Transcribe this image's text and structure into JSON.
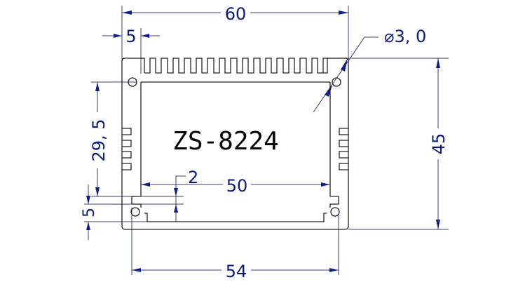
{
  "drawing": {
    "model_label": "ZS-8224",
    "colors": {
      "dimension": "#0a1a7a",
      "outline": "#222222",
      "background": "#ffffff"
    },
    "dimensions": {
      "overall_width": "60",
      "fin_offset": "5",
      "hole_diameter": "⌀3, 0",
      "overall_height": "45",
      "side_fin_height": "29, 5",
      "wall_thickness": "2",
      "inner_width": "50",
      "slot_height": "5",
      "bottom_width": "54"
    }
  }
}
